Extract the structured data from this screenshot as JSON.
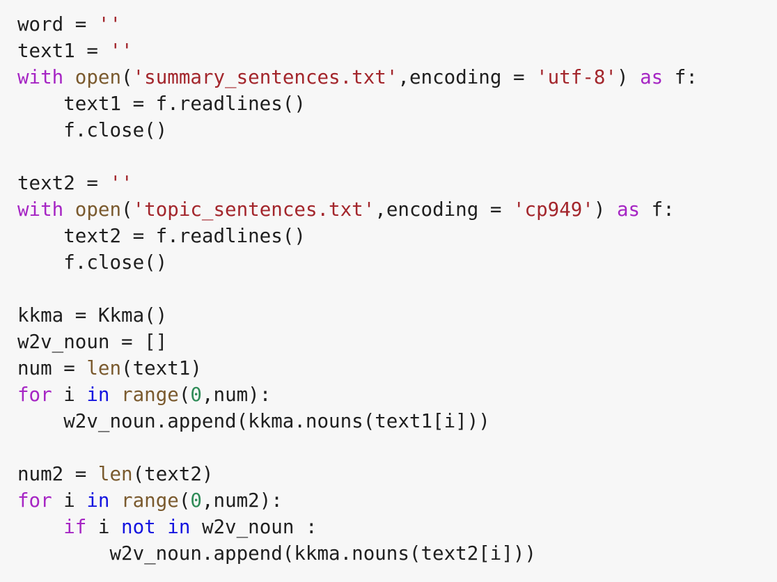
{
  "colors": {
    "background": "#f7f7f7",
    "default": "#1f1f1f",
    "keyword": "#a626c4",
    "builtin": "#7a5a2e",
    "string": "#a3262c",
    "number": "#2e8b57",
    "operator": "#1515e0"
  },
  "code_lines": [
    [
      {
        "t": "word = ",
        "k": "default"
      },
      {
        "t": "''",
        "k": "string"
      }
    ],
    [
      {
        "t": "text1 = ",
        "k": "default"
      },
      {
        "t": "''",
        "k": "string"
      }
    ],
    [
      {
        "t": "with",
        "k": "keyword"
      },
      {
        "t": " ",
        "k": "default"
      },
      {
        "t": "open",
        "k": "builtin"
      },
      {
        "t": "(",
        "k": "default"
      },
      {
        "t": "'summary_sentences.txt'",
        "k": "string"
      },
      {
        "t": ",encoding = ",
        "k": "default"
      },
      {
        "t": "'utf-8'",
        "k": "string"
      },
      {
        "t": ") ",
        "k": "default"
      },
      {
        "t": "as",
        "k": "keyword"
      },
      {
        "t": " f:",
        "k": "default"
      }
    ],
    [
      {
        "t": "    text1 = f.readlines()",
        "k": "default"
      }
    ],
    [
      {
        "t": "    f.close()",
        "k": "default"
      }
    ],
    [],
    [
      {
        "t": "text2 = ",
        "k": "default"
      },
      {
        "t": "''",
        "k": "string"
      }
    ],
    [
      {
        "t": "with",
        "k": "keyword"
      },
      {
        "t": " ",
        "k": "default"
      },
      {
        "t": "open",
        "k": "builtin"
      },
      {
        "t": "(",
        "k": "default"
      },
      {
        "t": "'topic_sentences.txt'",
        "k": "string"
      },
      {
        "t": ",encoding = ",
        "k": "default"
      },
      {
        "t": "'cp949'",
        "k": "string"
      },
      {
        "t": ") ",
        "k": "default"
      },
      {
        "t": "as",
        "k": "keyword"
      },
      {
        "t": " f:",
        "k": "default"
      }
    ],
    [
      {
        "t": "    text2 = f.readlines()",
        "k": "default"
      }
    ],
    [
      {
        "t": "    f.close()",
        "k": "default"
      }
    ],
    [],
    [
      {
        "t": "kkma = Kkma()",
        "k": "default"
      }
    ],
    [
      {
        "t": "w2v_noun = []",
        "k": "default"
      }
    ],
    [
      {
        "t": "num = ",
        "k": "default"
      },
      {
        "t": "len",
        "k": "builtin"
      },
      {
        "t": "(text1)",
        "k": "default"
      }
    ],
    [
      {
        "t": "for",
        "k": "keyword"
      },
      {
        "t": " i ",
        "k": "default"
      },
      {
        "t": "in",
        "k": "operator"
      },
      {
        "t": " ",
        "k": "default"
      },
      {
        "t": "range",
        "k": "builtin"
      },
      {
        "t": "(",
        "k": "default"
      },
      {
        "t": "0",
        "k": "number"
      },
      {
        "t": ",num):",
        "k": "default"
      }
    ],
    [
      {
        "t": "    w2v_noun.append(kkma.nouns(text1[i]))",
        "k": "default"
      }
    ],
    [],
    [
      {
        "t": "num2 = ",
        "k": "default"
      },
      {
        "t": "len",
        "k": "builtin"
      },
      {
        "t": "(text2)",
        "k": "default"
      }
    ],
    [
      {
        "t": "for",
        "k": "keyword"
      },
      {
        "t": " i ",
        "k": "default"
      },
      {
        "t": "in",
        "k": "operator"
      },
      {
        "t": " ",
        "k": "default"
      },
      {
        "t": "range",
        "k": "builtin"
      },
      {
        "t": "(",
        "k": "default"
      },
      {
        "t": "0",
        "k": "number"
      },
      {
        "t": ",num2):",
        "k": "default"
      }
    ],
    [
      {
        "t": "    ",
        "k": "default"
      },
      {
        "t": "if",
        "k": "keyword"
      },
      {
        "t": " i ",
        "k": "default"
      },
      {
        "t": "not",
        "k": "operator"
      },
      {
        "t": " ",
        "k": "default"
      },
      {
        "t": "in",
        "k": "operator"
      },
      {
        "t": " w2v_noun :",
        "k": "default"
      }
    ],
    [
      {
        "t": "        w2v_noun.append(kkma.nouns(text2[i]))",
        "k": "default"
      }
    ]
  ]
}
